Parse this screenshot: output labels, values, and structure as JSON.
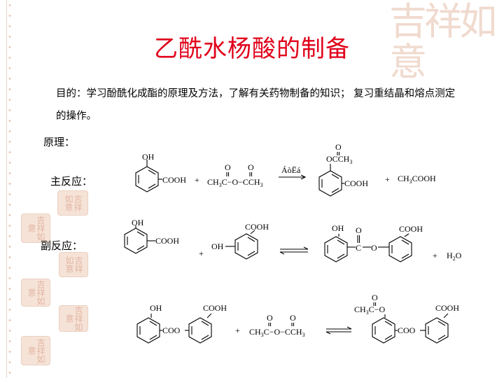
{
  "slide": {
    "title": "乙酰水杨酸的制备",
    "purpose": "目的：学习酚酰化成酯的原理及方法，了解有关药物制备的知识；  复习重结晶和熔点测定的操作。",
    "principle_label": "原理：",
    "main_reaction_label": "主反应：",
    "side_reaction_label": "副反应："
  },
  "decor": {
    "seal_text": "吉祥如意",
    "corner_text": "吉祥如意"
  },
  "scheme": {
    "oh": "OH",
    "cooh": "COOH",
    "plus": "+",
    "o": "O",
    "c": "C",
    "coo": "COO",
    "ch3": "CH",
    "sub3": "3",
    "anhydride_mid": "C−O−C",
    "garbled_condition": "ÁòËá",
    "acetic_acid": "CH",
    "acetic_acid_tail": "COOH",
    "water": "H",
    "water_sub": "2",
    "water_tail": "O",
    "ester_ch3": "CH",
    "ester_tail": "C−O",
    "aspirin_occh3": "OCCH"
  },
  "colors": {
    "title": "#e0001a",
    "seal_bg": "#f6e3d8",
    "seal_text": "#e1b6a2"
  }
}
